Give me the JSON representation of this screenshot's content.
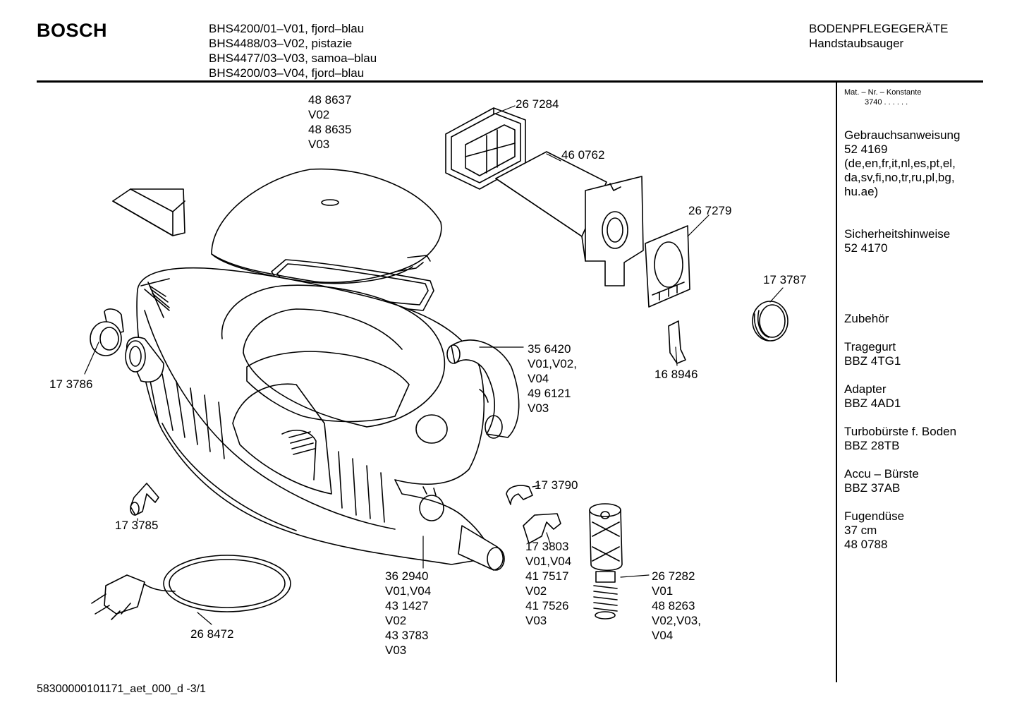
{
  "header": {
    "brand": "BOSCH",
    "models": [
      "BHS4200/01–V01, fjord–blau",
      "BHS4488/03–V02, pistazie",
      "BHS4477/03–V03, samoa–blau",
      "BHS4200/03–V04, fjord–blau"
    ],
    "category": [
      "BODENPFLEGEGERÄTE",
      "Handstaubsauger"
    ]
  },
  "sidebar": {
    "mat_label": "Mat. – Nr. – Konstante",
    "mat_value": "3740  .  .   .  .  .  .",
    "manual_title": "Gebrauchsanweisung",
    "manual_number": "52 4169",
    "manual_langs": [
      "(de,en,fr,it,nl,es,pt,el,",
      "da,sv,fi,no,tr,ru,pl,bg,",
      "hu.ae)"
    ],
    "safety_title": "Sicherheitshinweise",
    "safety_number": "52 4170",
    "accessories_title": "Zubehör",
    "accessories": [
      {
        "name": "Tragegurt",
        "code": "BBZ 4TG1"
      },
      {
        "name": "Adapter",
        "code": "BBZ 4AD1"
      },
      {
        "name": "Turbobürste f. Boden",
        "code": "BBZ 28TB"
      },
      {
        "name": "Accu – Bürste",
        "code": "BBZ 37AB"
      },
      {
        "name": "Fugendüse",
        "code": "37 cm",
        "code2": "48 0788"
      }
    ]
  },
  "parts": {
    "p488637": [
      "48 8637",
      "V02",
      "48 8635",
      "V03"
    ],
    "p267284": [
      "26 7284"
    ],
    "p460762": [
      "46 0762"
    ],
    "p267279": [
      "26 7279"
    ],
    "p173787": [
      "17 3787"
    ],
    "p173786": [
      "17 3786"
    ],
    "p356420": [
      "35 6420",
      "V01,V02,",
      "V04",
      "49 6121",
      "V03"
    ],
    "p168946": [
      "16 8946"
    ],
    "p173790": [
      "17 3790"
    ],
    "p173785": [
      "17 3785"
    ],
    "p173803": [
      "17 3803",
      "V01,V04",
      "41 7517",
      "V02",
      "41 7526",
      "V03"
    ],
    "p362940": [
      "36 2940",
      "V01,V04",
      "43 1427",
      "V02",
      "43 3783",
      "V03"
    ],
    "p267282": [
      "26 7282",
      "V01",
      "48 8263",
      "V02,V03,",
      "V04"
    ],
    "p268472": [
      "26 8472"
    ]
  },
  "footer": "58300000101171_aet_000_d  -3/1"
}
